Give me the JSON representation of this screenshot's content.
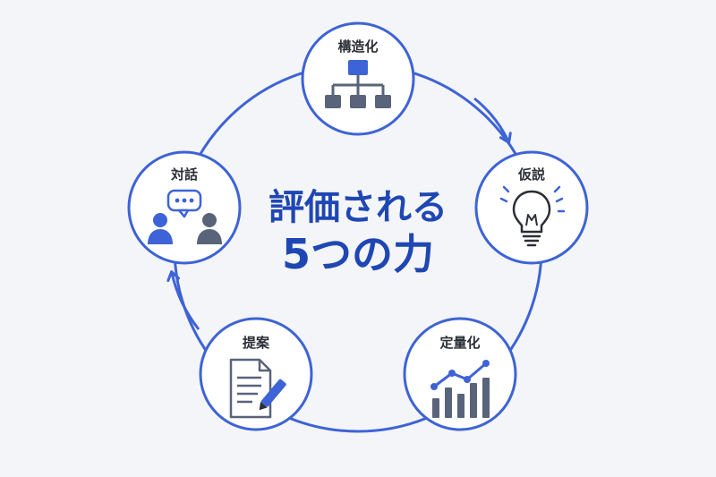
{
  "center": {
    "line1": "評価される",
    "line2": "5つの力"
  },
  "nodes": [
    {
      "id": "kozoka",
      "label": "構造化",
      "icon": "hierarchy-icon"
    },
    {
      "id": "kasetsu",
      "label": "仮説",
      "icon": "lightbulb-icon"
    },
    {
      "id": "teiryoka",
      "label": "定量化",
      "icon": "chart-icon"
    },
    {
      "id": "teian",
      "label": "提案",
      "icon": "document-pen-icon"
    },
    {
      "id": "taiwa",
      "label": "対話",
      "icon": "dialogue-icon"
    }
  ],
  "colors": {
    "accent": "#3d63d6",
    "dark_gray": "#59647a",
    "title": "#1f47b3",
    "background": "#f4f5f8"
  }
}
